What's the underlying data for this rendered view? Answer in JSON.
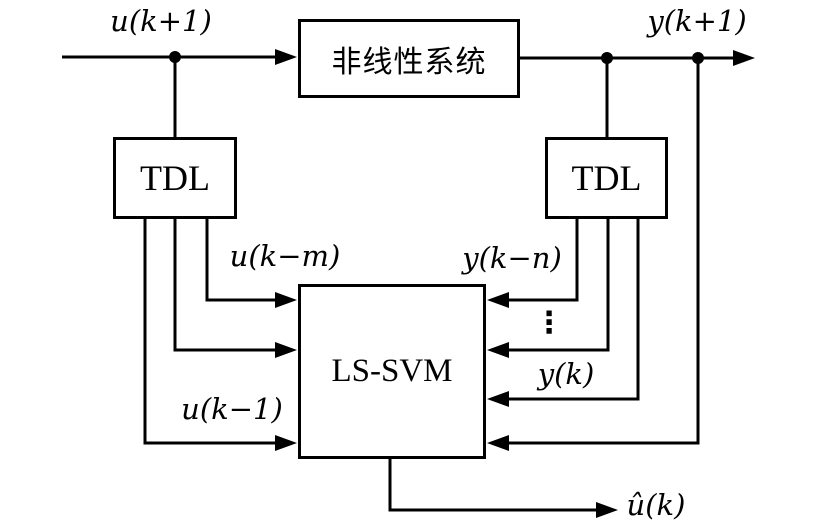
{
  "diagram_type": "block-diagram",
  "blocks": {
    "nonlinear_system": {
      "label": "非线性系统"
    },
    "tdl_left": {
      "label": "TDL"
    },
    "tdl_right": {
      "label": "TDL"
    },
    "ls_svm": {
      "label": "LS-SVM"
    }
  },
  "signals": {
    "input_top": "u(k+1)",
    "output_top": "y(k+1)",
    "u_k_minus_m": "u(k−m)",
    "u_k_minus_1": "u(k−1)",
    "y_k_minus_n": "y(k−n)",
    "y_k": "y(k)",
    "u_hat_k": "û(k)",
    "vertical_ellipsis": "⋮"
  },
  "colors": {
    "line": "#000000",
    "background": "#ffffff"
  }
}
